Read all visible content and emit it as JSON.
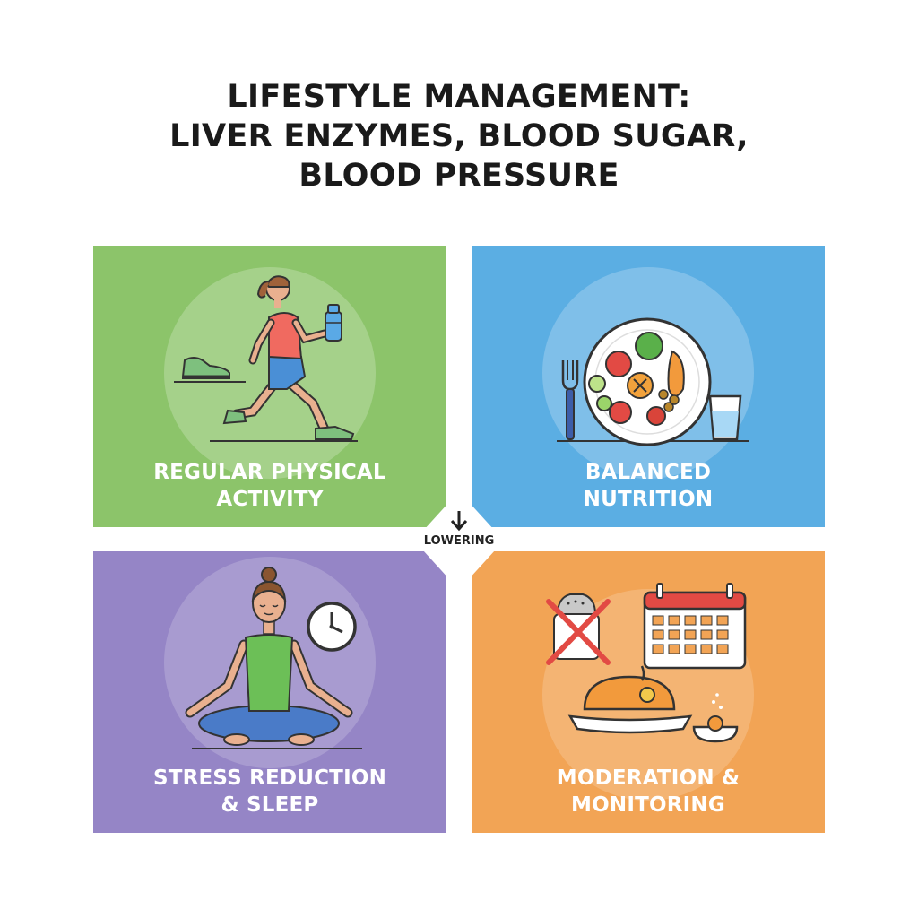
{
  "title": {
    "line1": "LIFESTYLE MANAGEMENT:",
    "line2": "LIVER ENZYMES, BLOOD SUGAR,",
    "line3": "BLOOD PRESSURE"
  },
  "center": {
    "label": "LOWERING",
    "icon": "down-arrow-icon"
  },
  "panels": {
    "activity": {
      "line1": "REGULAR PHYSICAL",
      "line2": "ACTIVITY",
      "color": "#8cc46a",
      "icons": [
        "runner-icon",
        "sneaker-icon",
        "water-bottle-icon"
      ]
    },
    "nutrition": {
      "line1": "BALANCED",
      "line2": "NUTRITION",
      "color": "#5baee3",
      "icons": [
        "plate-icon",
        "fork-icon",
        "water-glass-icon"
      ]
    },
    "stress": {
      "line1": "STRESS REDUCTION",
      "line2": "& SLEEP",
      "color": "#9585c6",
      "icons": [
        "meditation-icon",
        "clock-icon"
      ]
    },
    "moderation": {
      "line1": "MODERATION &",
      "line2": "MONITORING",
      "color": "#f2a455",
      "icons": [
        "no-salt-icon",
        "calendar-icon",
        "meal-bowl-icon"
      ]
    }
  }
}
